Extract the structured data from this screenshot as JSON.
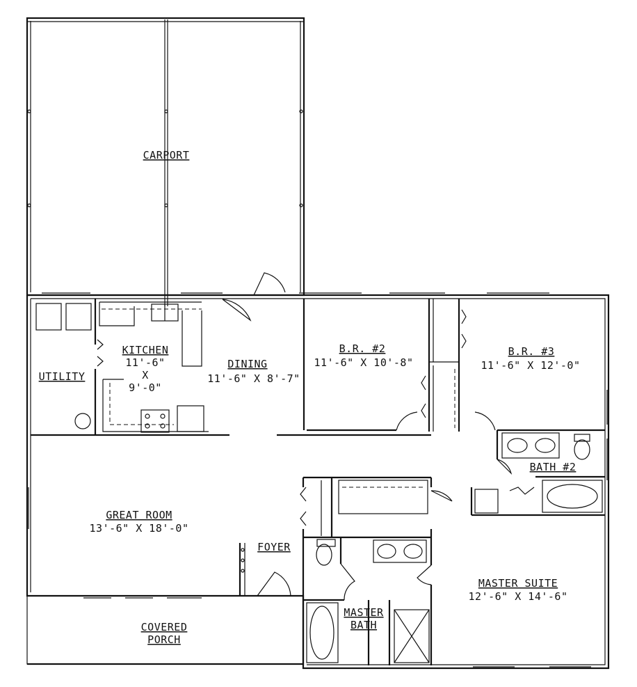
{
  "rooms": {
    "carport": {
      "name": "CARPORT"
    },
    "kitchen": {
      "name": "KITCHEN",
      "dim1": "11'-6\"",
      "dim2": "X",
      "dim3": "9'-0\""
    },
    "utility": {
      "name": "UTILITY"
    },
    "dining": {
      "name": "DINING",
      "dim": "11'-6\" X 8'-7\""
    },
    "br2": {
      "name": "B.R. #2",
      "dim": "11'-6\" X 10'-8\""
    },
    "br3": {
      "name": "B.R. #3",
      "dim": "11'-6\" X 12'-0\""
    },
    "bath2": {
      "name": "BATH #2"
    },
    "great_room": {
      "name": "GREAT ROOM",
      "dim": "13'-6\" X 18'-0\""
    },
    "foyer": {
      "name": "FOYER"
    },
    "master_suite": {
      "name": "MASTER SUITE",
      "dim": "12'-6\" X 14'-6\""
    },
    "master_bath": {
      "name1": "MASTER",
      "name2": "BATH"
    },
    "covered_porch": {
      "name1": "COVERED",
      "name2": "PORCH"
    }
  }
}
